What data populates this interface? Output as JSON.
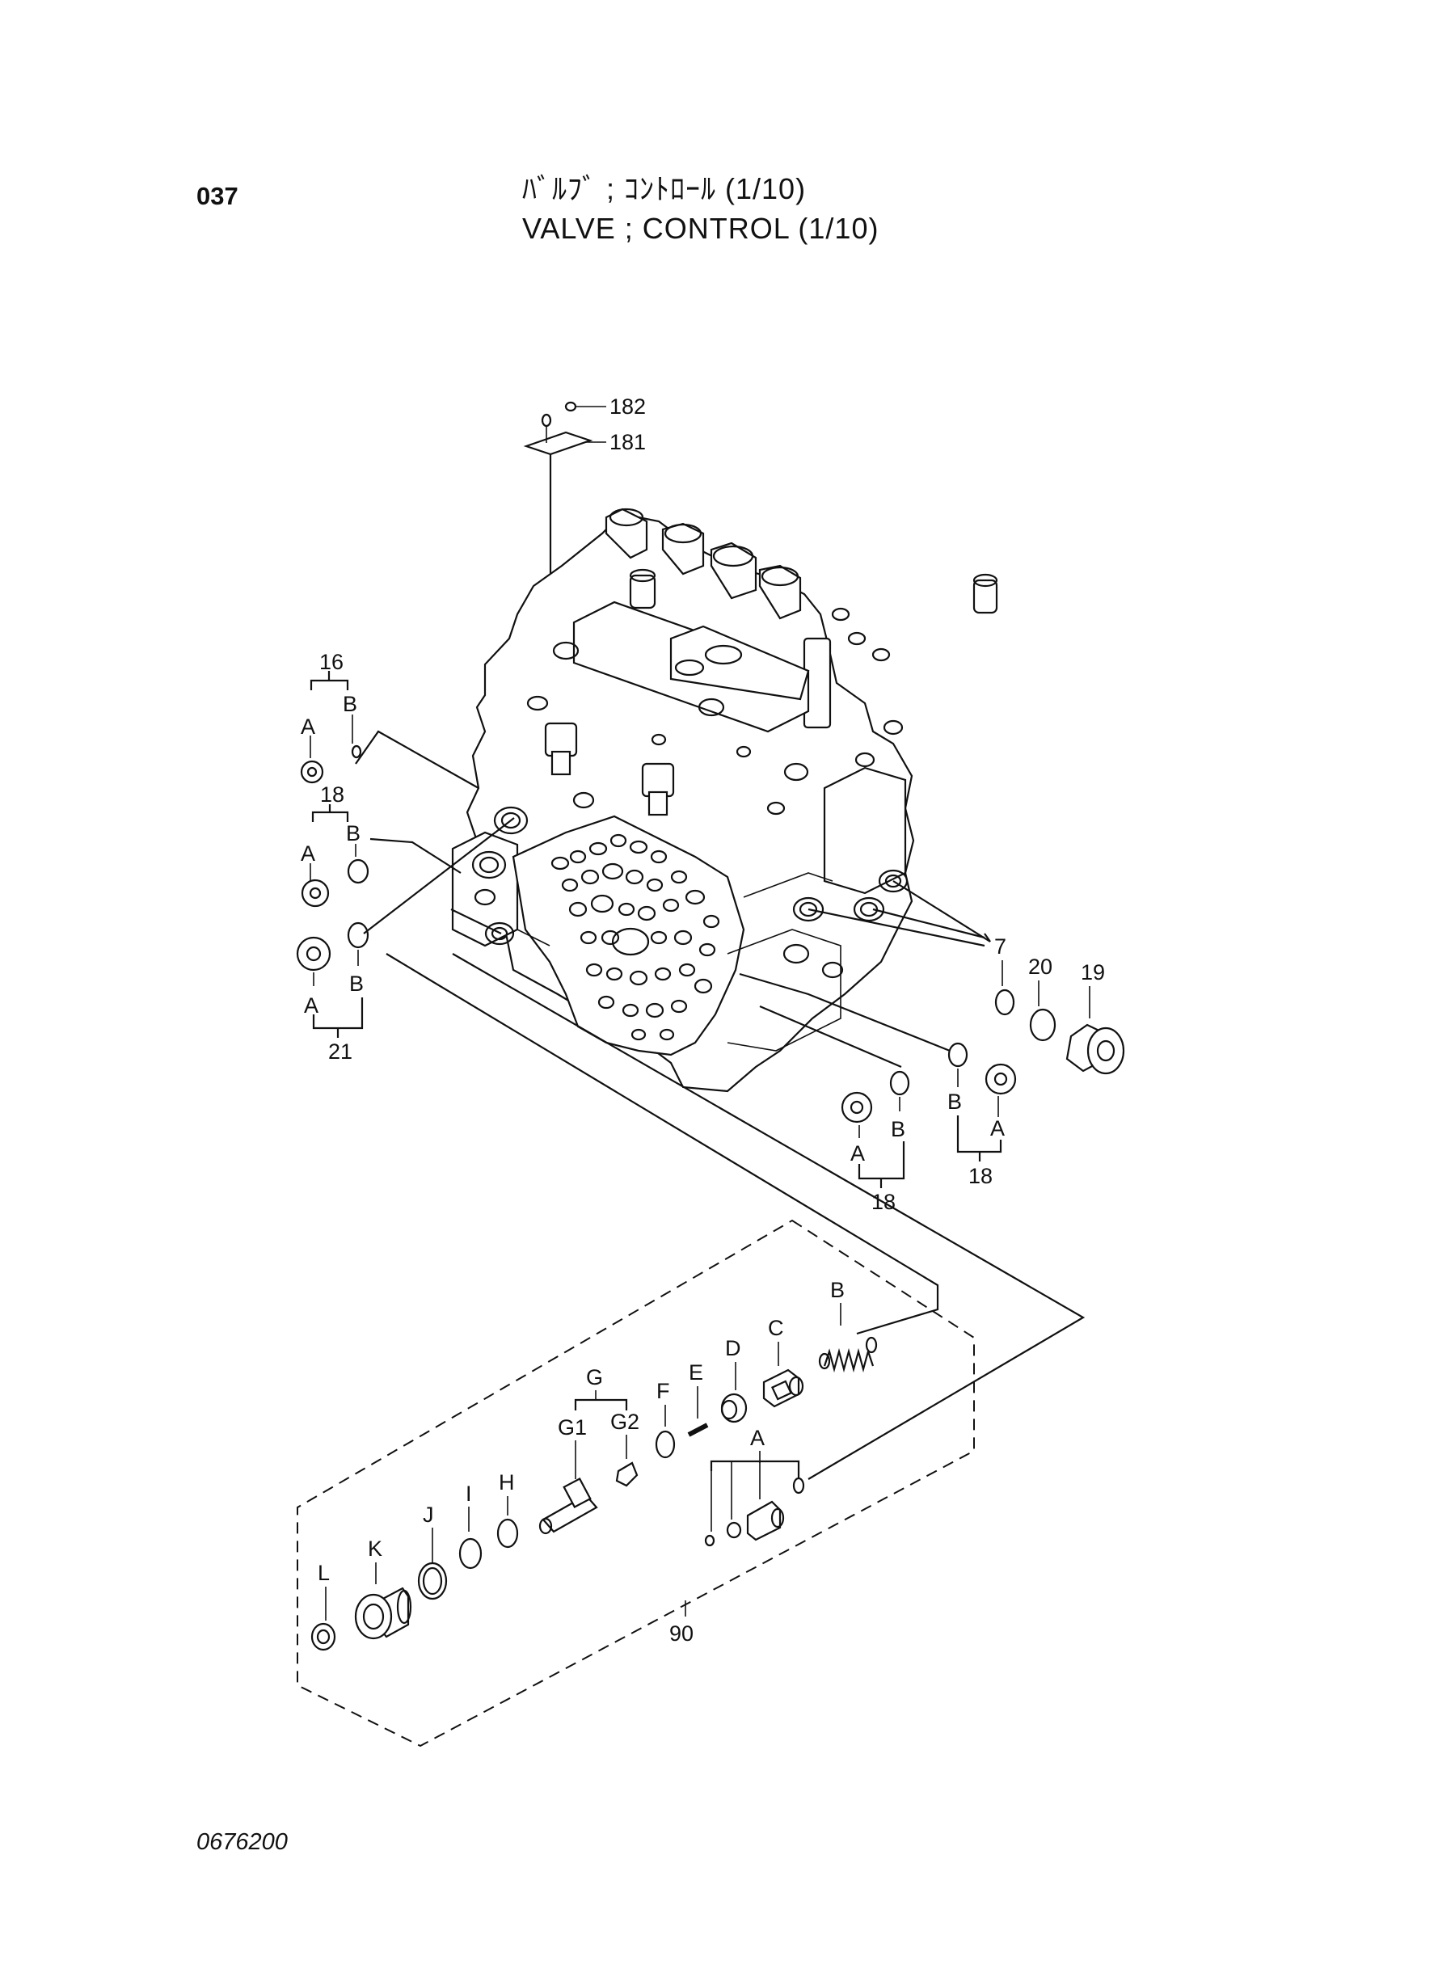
{
  "page_number": "037",
  "title_jp": "ﾊﾞﾙﾌﾞ ; ｺﾝﾄﾛｰﾙ (1/10)",
  "title_en": "VALVE ; CONTROL (1/10)",
  "drawing_number": "0676200",
  "callouts": {
    "c182": "182",
    "c181": "181",
    "c16": "16",
    "c18_left": "18",
    "c21": "21",
    "c7": "7",
    "c20": "20",
    "c19": "19",
    "c18_mid": "18",
    "c18_right": "18",
    "c90": "90"
  },
  "letters": {
    "A": "A",
    "B": "B",
    "C": "C",
    "D": "D",
    "E": "E",
    "F": "F",
    "G": "G",
    "G1": "G1",
    "G2": "G2",
    "H": "H",
    "I": "I",
    "J": "J",
    "K": "K",
    "L": "L"
  }
}
